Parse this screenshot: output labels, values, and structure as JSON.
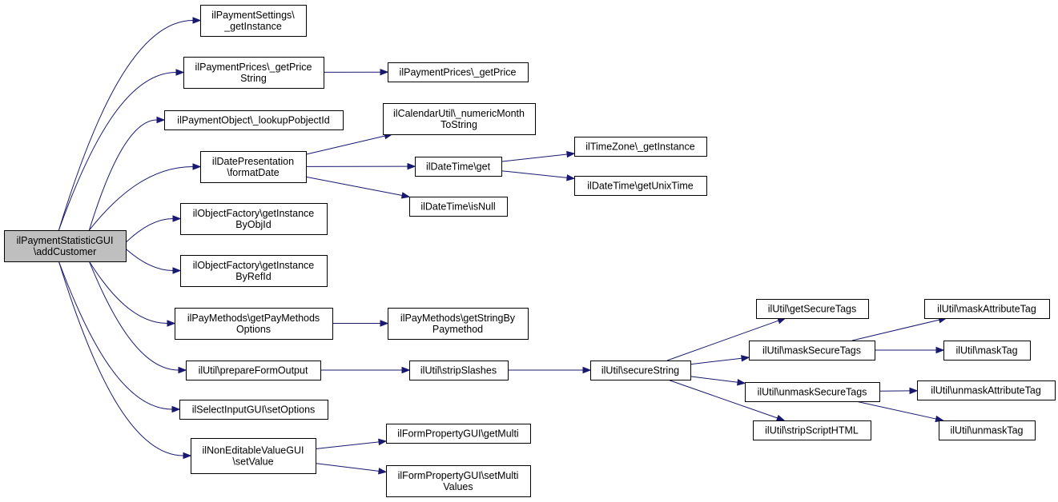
{
  "graph": {
    "root": "n_root",
    "colors": {
      "root_fill": "#bfbfbf",
      "node_fill": "#ffffff",
      "node_border": "#000000",
      "edge": "#191970"
    },
    "nodes": [
      {
        "id": "n_root",
        "lines": [
          "ilPaymentStatisticGUI",
          "\\addCustomer"
        ],
        "fill": "#bfbfbf"
      },
      {
        "id": "n_settings",
        "lines": [
          "ilPaymentSettings\\",
          "_getInstance"
        ]
      },
      {
        "id": "n_pricestr",
        "lines": [
          "ilPaymentPrices\\_getPrice",
          "String"
        ]
      },
      {
        "id": "n_getprice",
        "lines": [
          "ilPaymentPrices\\_getPrice"
        ]
      },
      {
        "id": "n_lookup",
        "lines": [
          "ilPaymentObject\\_lookupPobjectId"
        ]
      },
      {
        "id": "n_calmonth",
        "lines": [
          "ilCalendarUtil\\_numericMonth",
          "ToString"
        ]
      },
      {
        "id": "n_datepres",
        "lines": [
          "ilDatePresentation",
          "\\formatDate"
        ]
      },
      {
        "id": "n_dtget",
        "lines": [
          "ilDateTime\\get"
        ]
      },
      {
        "id": "n_tzinst",
        "lines": [
          "ilTimeZone\\_getInstance"
        ]
      },
      {
        "id": "n_unixtime",
        "lines": [
          "ilDateTime\\getUnixTime"
        ]
      },
      {
        "id": "n_isnull",
        "lines": [
          "ilDateTime\\isNull"
        ]
      },
      {
        "id": "n_objfact1",
        "lines": [
          "ilObjectFactory\\getInstance",
          "ByObjId"
        ]
      },
      {
        "id": "n_objfact2",
        "lines": [
          "ilObjectFactory\\getInstance",
          "ByRefId"
        ]
      },
      {
        "id": "n_paymeth",
        "lines": [
          "ilPayMethods\\getPayMethods",
          "Options"
        ]
      },
      {
        "id": "n_strbypm",
        "lines": [
          "ilPayMethods\\getStringBy",
          "Paymethod"
        ]
      },
      {
        "id": "n_prepform",
        "lines": [
          "ilUtil\\prepareFormOutput"
        ]
      },
      {
        "id": "n_strip",
        "lines": [
          "ilUtil\\stripSlashes"
        ]
      },
      {
        "id": "n_securestr",
        "lines": [
          "ilUtil\\secureString"
        ]
      },
      {
        "id": "n_getsec",
        "lines": [
          "ilUtil\\getSecureTags"
        ]
      },
      {
        "id": "n_masksec",
        "lines": [
          "ilUtil\\maskSecureTags"
        ]
      },
      {
        "id": "n_maskattr",
        "lines": [
          "ilUtil\\maskAttributeTag"
        ]
      },
      {
        "id": "n_masktag",
        "lines": [
          "ilUtil\\maskTag"
        ]
      },
      {
        "id": "n_unmasksec",
        "lines": [
          "ilUtil\\unmaskSecureTags"
        ]
      },
      {
        "id": "n_unmaskattr",
        "lines": [
          "ilUtil\\unmaskAttributeTag"
        ]
      },
      {
        "id": "n_unmasktag",
        "lines": [
          "ilUtil\\unmaskTag"
        ]
      },
      {
        "id": "n_stripscript",
        "lines": [
          "ilUtil\\stripScriptHTML"
        ]
      },
      {
        "id": "n_selopt",
        "lines": [
          "ilSelectInputGUI\\setOptions"
        ]
      },
      {
        "id": "n_noneditable",
        "lines": [
          "ilNonEditableValueGUI",
          "\\setValue"
        ]
      },
      {
        "id": "n_getmulti",
        "lines": [
          "ilFormPropertyGUI\\getMulti"
        ]
      },
      {
        "id": "n_setmulti",
        "lines": [
          "ilFormPropertyGUI\\setMulti",
          "Values"
        ]
      }
    ],
    "edges": [
      {
        "from": "n_root",
        "to": "n_settings"
      },
      {
        "from": "n_root",
        "to": "n_pricestr"
      },
      {
        "from": "n_root",
        "to": "n_lookup"
      },
      {
        "from": "n_root",
        "to": "n_datepres"
      },
      {
        "from": "n_root",
        "to": "n_objfact1"
      },
      {
        "from": "n_root",
        "to": "n_objfact2"
      },
      {
        "from": "n_root",
        "to": "n_paymeth"
      },
      {
        "from": "n_root",
        "to": "n_prepform"
      },
      {
        "from": "n_root",
        "to": "n_selopt"
      },
      {
        "from": "n_root",
        "to": "n_noneditable"
      },
      {
        "from": "n_pricestr",
        "to": "n_getprice"
      },
      {
        "from": "n_datepres",
        "to": "n_calmonth"
      },
      {
        "from": "n_datepres",
        "to": "n_dtget"
      },
      {
        "from": "n_datepres",
        "to": "n_isnull"
      },
      {
        "from": "n_dtget",
        "to": "n_tzinst"
      },
      {
        "from": "n_dtget",
        "to": "n_unixtime"
      },
      {
        "from": "n_paymeth",
        "to": "n_strbypm"
      },
      {
        "from": "n_prepform",
        "to": "n_strip"
      },
      {
        "from": "n_strip",
        "to": "n_securestr"
      },
      {
        "from": "n_securestr",
        "to": "n_getsec"
      },
      {
        "from": "n_securestr",
        "to": "n_masksec"
      },
      {
        "from": "n_securestr",
        "to": "n_unmasksec"
      },
      {
        "from": "n_securestr",
        "to": "n_stripscript"
      },
      {
        "from": "n_masksec",
        "to": "n_maskattr"
      },
      {
        "from": "n_masksec",
        "to": "n_masktag"
      },
      {
        "from": "n_unmasksec",
        "to": "n_unmaskattr"
      },
      {
        "from": "n_unmasksec",
        "to": "n_unmasktag"
      },
      {
        "from": "n_noneditable",
        "to": "n_getmulti"
      },
      {
        "from": "n_noneditable",
        "to": "n_setmulti"
      }
    ]
  }
}
